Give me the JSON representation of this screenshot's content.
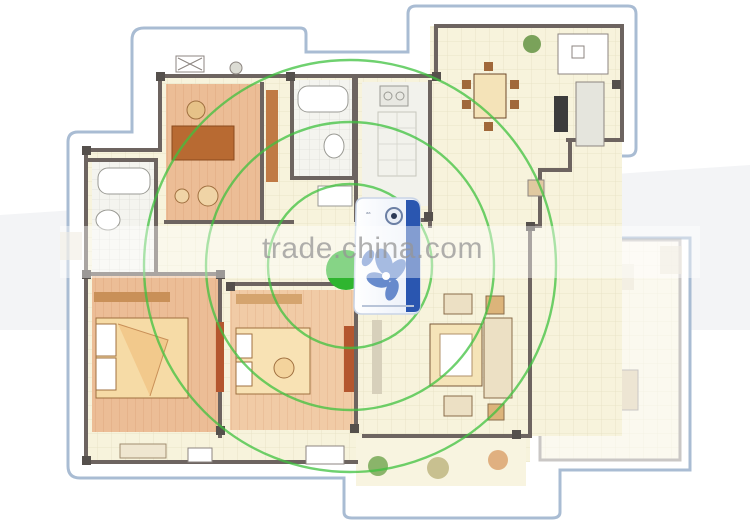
{
  "image": {
    "subject": "apartment-floor-plan-with-air-purifier",
    "colors": {
      "outline": "#a9bcd3",
      "wall": "#6d6460",
      "floor_tile": "#f6f1d8",
      "floor_wood": "#e8b78e",
      "coverage_ring": "#3fc23f",
      "purifier_body": "#ffffff",
      "purifier_accent": "#2a56b0"
    },
    "coverage_rings": 3
  },
  "watermark": {
    "text": "trade.china.com"
  }
}
